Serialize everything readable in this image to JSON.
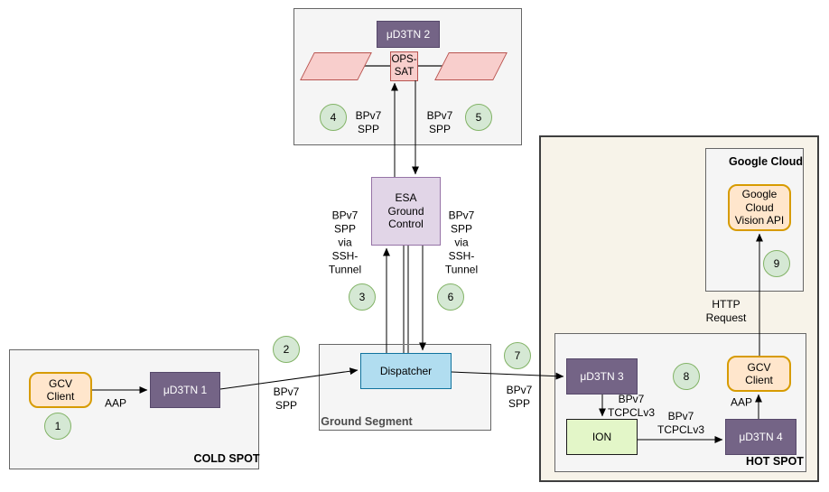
{
  "colors": {
    "purple-fill": "#746486",
    "purple-stroke": "#56486a",
    "pink-fill": "#f8cecc",
    "pink-stroke": "#b85450",
    "lavender-fill": "#e1d5e7",
    "lavender-stroke": "#9673a6",
    "blue-fill": "#b1ddf0",
    "blue-stroke": "#10739e",
    "green-fill": "#d5e8d4",
    "green-stroke": "#82b366",
    "orange-fill": "#ffe6cc",
    "orange-stroke": "#d79b00",
    "lime-fill": "#e3f6c8",
    "gray-fill": "#f5f5f5",
    "gray-stroke": "#666666",
    "cream-fill": "#f7f3e9",
    "cream-stroke": "#3f3f3f"
  },
  "satellite": {
    "ud3tn2_label": "μD3TN 2",
    "ops_sat_label": "OPS-\nSAT",
    "bpv7_spp_left": "BPv7\nSPP",
    "bpv7_spp_right": "BPv7\nSPP",
    "step4": "4",
    "step5": "5"
  },
  "esa": {
    "label": "ESA\nGround\nControl",
    "ssh_tunnel_left": "BPv7\nSPP\nvia\nSSH-\nTunnel",
    "ssh_tunnel_right": "BPv7\nSPP\nvia\nSSH-\nTunnel",
    "step3": "3",
    "step6": "6"
  },
  "ground_segment": {
    "label": "Ground Segment",
    "dispatcher_label": "Dispatcher"
  },
  "cold_spot": {
    "label": "COLD SPOT",
    "gcv_client_label": "GCV\nClient",
    "ud3tn1_label": "μD3TN 1",
    "aap_label": "AAP",
    "step1": "1",
    "bpv7_spp_label": "BPv7\nSPP",
    "step2": "2"
  },
  "hot_spot": {
    "label": "HOT SPOT",
    "bpv7_spp_label": "BPv7\nSPP",
    "step7": "7",
    "ud3tn3_label": "μD3TN 3",
    "step8": "8",
    "tcpclv3_label_a": "BPv7\nTCPCLv3",
    "ion_label": "ION",
    "tcpclv3_label_b": "BPv7\nTCPCLv3",
    "ud3tn4_label": "μD3TN 4",
    "aap_label": "AAP",
    "gcv_client_label": "GCV\nClient"
  },
  "google_cloud": {
    "label": "Google Cloud",
    "vision_api_label": "Google\nCloud\nVision API",
    "http_request_label": "HTTP\nRequest",
    "step9": "9"
  }
}
